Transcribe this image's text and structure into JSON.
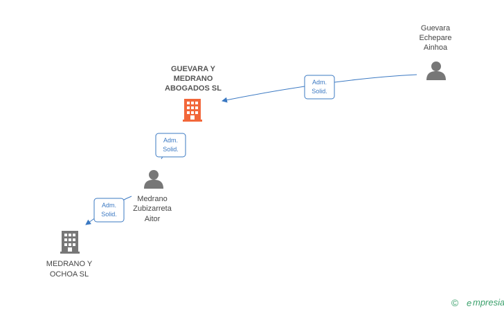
{
  "colors": {
    "edge": "#3a78c2",
    "main_company_icon": "#f2673a",
    "company_icon": "#777777",
    "person_icon": "#777777",
    "brand_green": "#3aa06b"
  },
  "nodes": {
    "guevara_medrano": {
      "type": "company",
      "icon": "building-icon",
      "label_lines": [
        "GUEVARA Y",
        "MEDRANO",
        "ABOGADOS SL"
      ]
    },
    "guevara_echepare": {
      "type": "person",
      "icon": "person-icon",
      "label_lines": [
        "Guevara",
        "Echepare",
        "Ainhoa"
      ]
    },
    "medrano_zubizarreta": {
      "type": "person",
      "icon": "person-icon",
      "label_lines": [
        "Medrano",
        "Zubizarreta",
        "Aitor"
      ]
    },
    "medrano_ochoa": {
      "type": "company",
      "icon": "building-icon",
      "label_lines": [
        "MEDRANO Y",
        "OCHOA SL"
      ]
    }
  },
  "edges": [
    {
      "from": "guevara_echepare",
      "to": "guevara_medrano",
      "label_lines": [
        "Adm.",
        "Solid."
      ]
    },
    {
      "from": "medrano_zubizarreta",
      "to": "guevara_medrano",
      "label_lines": [
        "Adm.",
        "Solid."
      ]
    },
    {
      "from": "medrano_zubizarreta",
      "to": "medrano_ochoa",
      "label_lines": [
        "Adm.",
        "Solid."
      ]
    }
  ],
  "watermark": {
    "copyright_symbol": "©",
    "brand": "mpresia",
    "brand_initial": "e"
  }
}
